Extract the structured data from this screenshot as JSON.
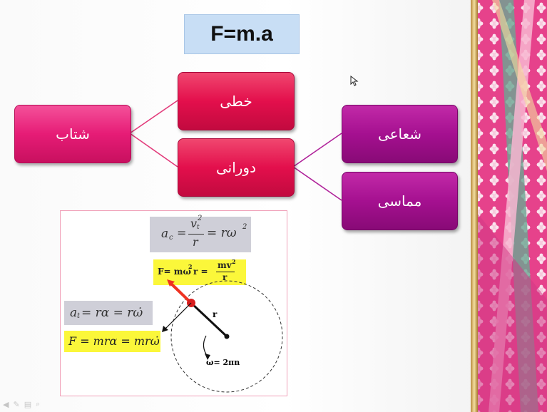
{
  "slide": {
    "title": "F=m.a",
    "nodes": {
      "acceleration": "شتاب",
      "linear": "خطی",
      "rotational": "دورانی",
      "radial": "شعاعی",
      "tangential": "مماسی"
    },
    "colors": {
      "acceleration": "#e61c76",
      "linear": "#e30f4c",
      "rotational": "#e30f4c",
      "radial": "#a51090",
      "tangential": "#a51090",
      "title_bg": "#c8def5",
      "highlight_yellow": "#fbf73a",
      "highlight_gray": "#cfcfd8",
      "tangent_arrow": "#ee3322"
    }
  },
  "formulas": {
    "centripetal_accel": {
      "lhs": "a",
      "lhs_sub": "c",
      "eq1": "=",
      "numerator": "v",
      "num_sup": "2",
      "num_sub": "t",
      "denominator": "r",
      "eq2": "= rω",
      "sup": "2"
    },
    "centripetal_force": {
      "prefix": "F= mω",
      "sup": "2",
      "mid": "r =",
      "numerator": "mv",
      "num_sup": "2",
      "denominator": "r"
    },
    "tangential_accel": {
      "lhs": "a",
      "lhs_sub": "t",
      "rest": " = rα = rω̇"
    },
    "tangential_force": "F = mrα = mrω̇",
    "radius_label": "r",
    "omega_label": "ω= 2πn"
  },
  "toolbar": {
    "icons": [
      "prev-icon",
      "pen-icon",
      "menu-icon",
      "search-icon"
    ]
  }
}
